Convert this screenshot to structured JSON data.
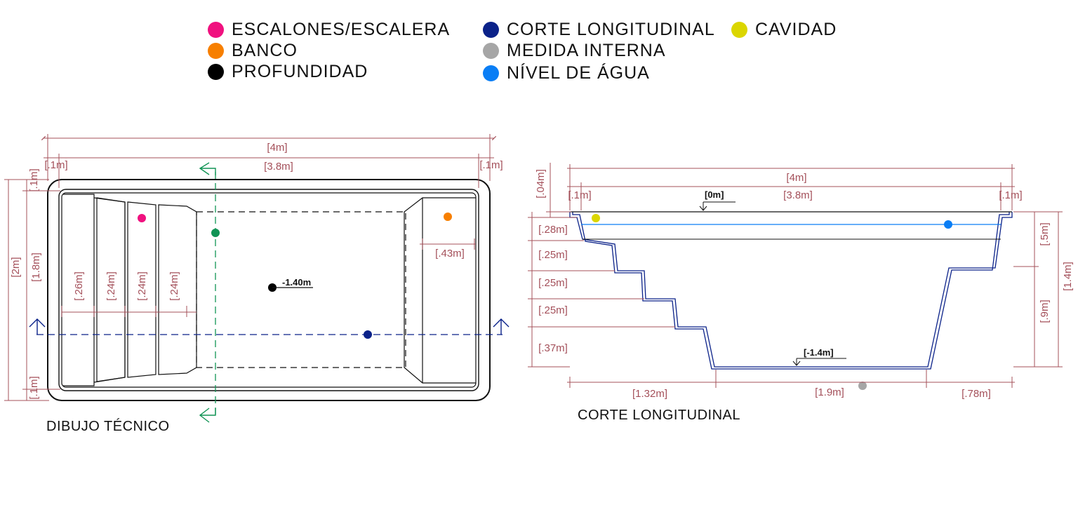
{
  "legend": [
    {
      "label": "ESCALONES/ESCALERA",
      "color": "#f0117f"
    },
    {
      "label": "BANCO",
      "color": "#f77f00"
    },
    {
      "label": "PROFUNDIDAD",
      "color": "#000000"
    },
    {
      "label": "CORTE LONGITUDINAL",
      "color": "#0b2289"
    },
    {
      "label": "MEDIDA INTERNA",
      "color": "#a6a6a6"
    },
    {
      "label": "NÍVEL DE ÁGUA",
      "color": "#0a7ef5"
    },
    {
      "label": "CAVIDAD",
      "color": "#dbd600"
    }
  ],
  "plan": {
    "caption": "DIBUJO TÉCNICO",
    "overall_length": "[4m]",
    "interior_length": "[3.8m]",
    "rim_left": "[.1m]",
    "rim_right": "[.1m]",
    "overall_width": "[2m]",
    "interior_width": "[1.8m]",
    "rim_top": "[.1m]",
    "rim_bottom": "[.1m]",
    "step_1": "[.26m]",
    "step_2": "[.24m]",
    "step_3": "[.24m]",
    "step_4": "[.24m]",
    "bench": "[.43m]",
    "depth": "-1.40m"
  },
  "section": {
    "caption": "CORTE LONGITUDINAL",
    "overall_length": "[4m]",
    "interior_length": "[3.8m]",
    "rim_left": "[.1m]",
    "rim_right": "[.1m]",
    "lip": "[.04m]",
    "level_top": "[0m]",
    "level_bottom": "[-1.4m]",
    "rise_1": "[.28m]",
    "rise_2": "[.25m]",
    "rise_3": "[.25m]",
    "rise_4": "[.25m]",
    "rise_5": "[.37m]",
    "bench_height": "[.5m]",
    "deep_section": "[.9m]",
    "total_depth": "[1.4m]",
    "run_steps": "[1.32m]",
    "run_floor": "[1.9m]",
    "run_bench": "[.78m]"
  }
}
